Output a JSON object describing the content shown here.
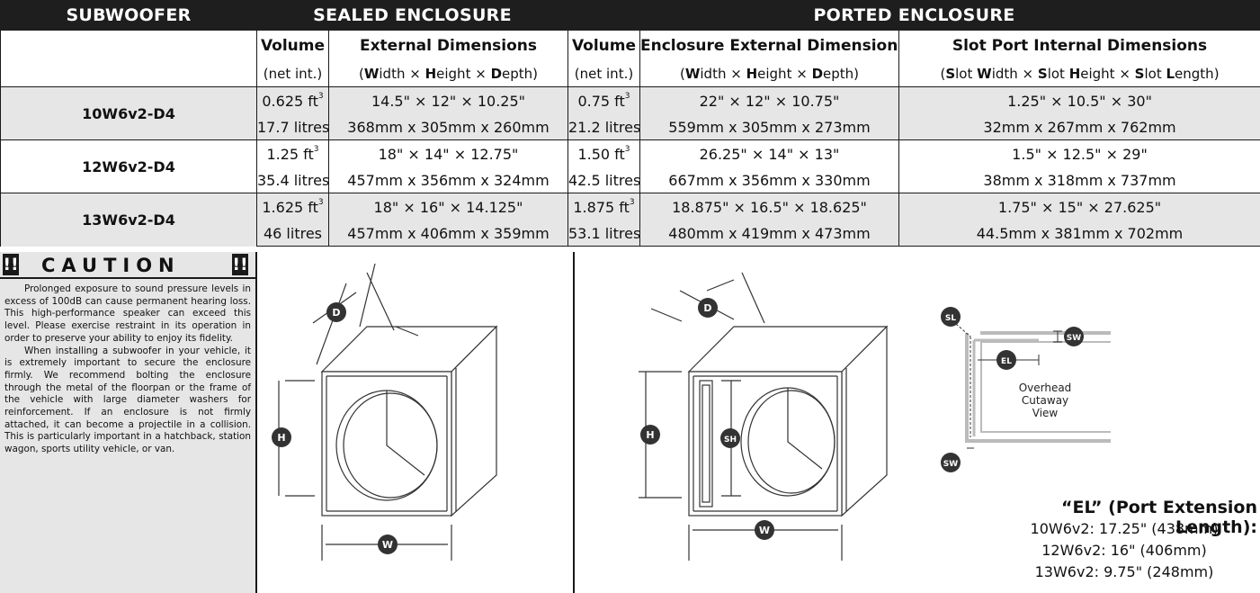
{
  "header": {
    "subwoofer": "SUBWOOFER",
    "sealed": "SEALED ENCLOSURE",
    "ported": "PORTED ENCLOSURE"
  },
  "columns": {
    "volume": "Volume",
    "volume_sub": "(net int.)",
    "external": "External Dimensions",
    "enclosure_external": "Enclosure External Dimensions",
    "slot_port": "Slot Port Internal Dimensions"
  },
  "rows": [
    {
      "model": "10W6v2-D4",
      "sealed_vol_ft": "0.625 ft",
      "sealed_vol_l": "17.7 litres",
      "sealed_dim_in": "14.5\" × 12\" × 10.25\"",
      "sealed_dim_mm": "368mm x 305mm x 260mm",
      "ported_vol_ft": "0.75 ft",
      "ported_vol_l": "21.2 litres",
      "ported_dim_in": "22\" × 12\" × 10.75\"",
      "ported_dim_mm": "559mm x 305mm x 273mm",
      "slot_in": "1.25\" × 10.5\" × 30\"",
      "slot_mm": "32mm x 267mm x 762mm"
    },
    {
      "model": "12W6v2-D4",
      "sealed_vol_ft": "1.25 ft",
      "sealed_vol_l": "35.4 litres",
      "sealed_dim_in": "18\" × 14\" × 12.75\"",
      "sealed_dim_mm": "457mm x 356mm x 324mm",
      "ported_vol_ft": "1.50 ft",
      "ported_vol_l": "42.5 litres",
      "ported_dim_in": "26.25\" × 14\" × 13\"",
      "ported_dim_mm": "667mm x 356mm x 330mm",
      "slot_in": "1.5\" × 12.5\" × 29\"",
      "slot_mm": "38mm x 318mm x 737mm"
    },
    {
      "model": "13W6v2-D4",
      "sealed_vol_ft": "1.625 ft",
      "sealed_vol_l": "46 litres",
      "sealed_dim_in": "18\" × 16\" × 14.125\"",
      "sealed_dim_mm": "457mm x 406mm x 359mm",
      "ported_vol_ft": "1.875 ft",
      "ported_vol_l": "53.1 litres",
      "ported_dim_in": "18.875\" × 16.5\" × 18.625\"",
      "ported_dim_mm": "480mm x 419mm x 473mm",
      "slot_in": "1.75\" × 15\" × 27.625\"",
      "slot_mm": "44.5mm x 381mm x 702mm"
    }
  ],
  "caution": {
    "title": "CAUTION",
    "p1": "Prolonged exposure to sound pressure levels in excess of 100dB can cause permanent hearing loss.  This high-performance speaker can exceed this level. Please exercise restraint in its operation in order to preserve your ability to enjoy its fidelity.",
    "p2": "When installing a subwoofer in your vehicle, it is extremely important to secure the enclosure firmly.  We recommend bolting the enclosure through the metal of the floorpan or the frame of the vehicle with large diameter washers for reinforcement. If an enclosure is not firmly attached, it can become a projectile in a collision. This is particularly important in a hatchback, station wagon, sports utility vehicle, or van."
  },
  "diagram_labels": {
    "d": "D",
    "h": "H",
    "w": "W",
    "sh": "SH",
    "sl": "SL",
    "sw": "SW",
    "el": "EL",
    "overhead1": "Overhead",
    "overhead2": "Cutaway",
    "overhead3": "View"
  },
  "port_extension": {
    "title": "“EL” (Port Extension Length):",
    "lines": [
      "10W6v2: 17.25\" (438mm)",
      "12W6v2: 16\" (406mm)",
      "13W6v2: 9.75\" (248mm)"
    ]
  }
}
